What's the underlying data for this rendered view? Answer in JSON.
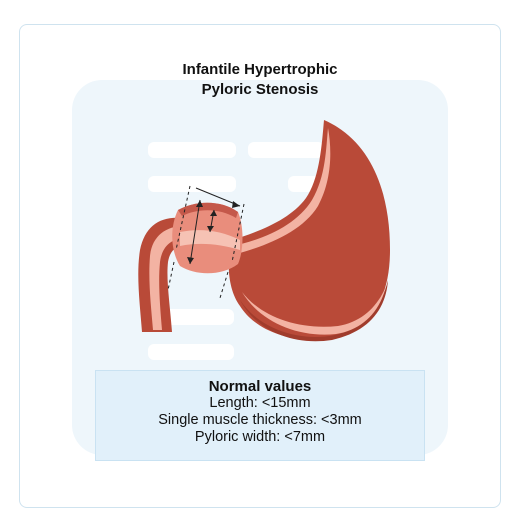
{
  "title": {
    "line1": "Infantile Hypertrophic",
    "line2": "Pyloric Stenosis"
  },
  "info_box": {
    "heading": "Normal values",
    "lines": [
      "Length: <15mm",
      "Single muscle thickness: <3mm",
      "Pyloric width: <7mm"
    ]
  },
  "illustration": {
    "subject": "stomach-with-hypertrophic-pylorus",
    "colors": {
      "outer_wall": "#b94a38",
      "mucosa": "#e98d7c",
      "inner": "#f3b3a3",
      "shadow": "#a8402f"
    }
  }
}
